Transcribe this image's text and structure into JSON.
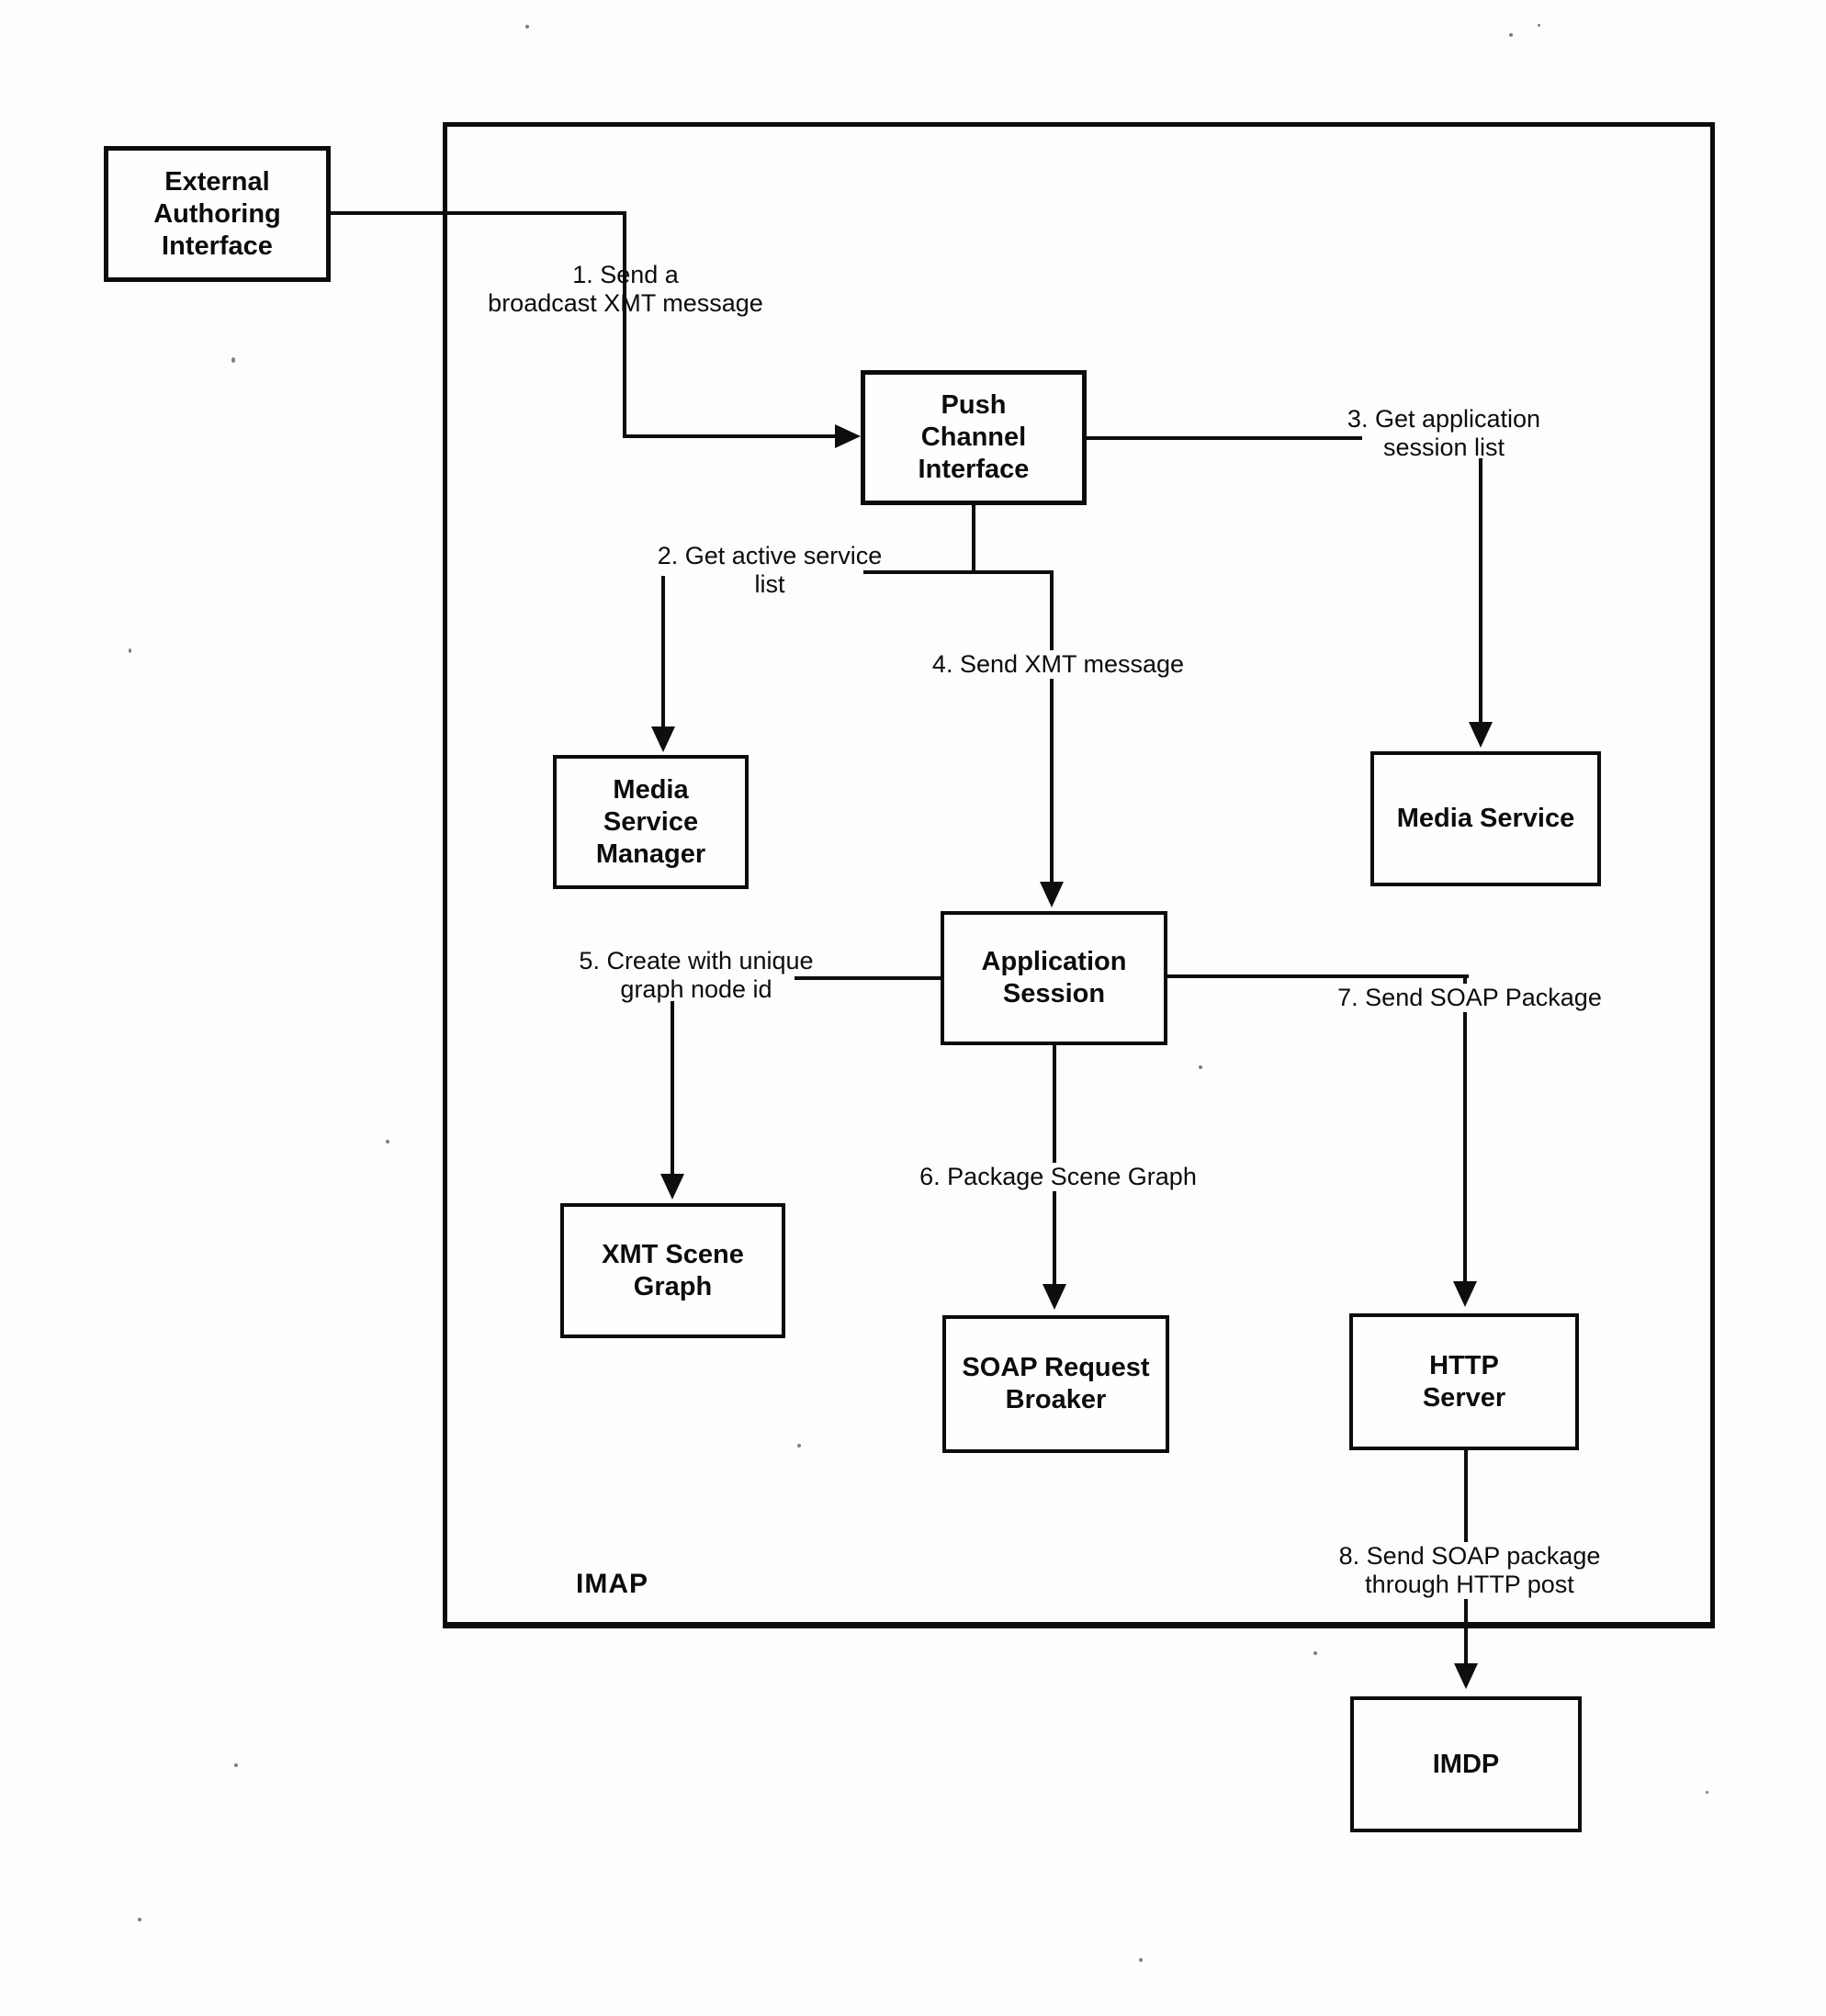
{
  "figure": {
    "type": "architecture-flow-diagram",
    "background_color": "#fdfdfc",
    "line_color": "#0e0e0e"
  },
  "nodes": {
    "external_authoring_interface": {
      "label": "External\nAuthoring\nInterface"
    },
    "imap_container": {
      "label": "IMAP"
    },
    "push_channel_interface": {
      "label": "Push\nChannel\nInterface"
    },
    "media_service_manager": {
      "label": "Media\nService Manager"
    },
    "media_service": {
      "label": "Media Service"
    },
    "application_session": {
      "label": "Application\nSession"
    },
    "xmt_scene_graph": {
      "label": "XMT Scene\nGraph"
    },
    "soap_request_broaker": {
      "label": "SOAP Request\nBroaker"
    },
    "http_server": {
      "label": "HTTP\nServer"
    },
    "imdp": {
      "label": "IMDP"
    }
  },
  "edges": {
    "e1": {
      "label": "1. Send a\nbroadcast XMT message",
      "from": "external_authoring_interface",
      "to": "push_channel_interface"
    },
    "e2": {
      "label": "2. Get active service\nlist",
      "from": "push_channel_interface",
      "to": "media_service_manager"
    },
    "e3": {
      "label": "3. Get application\nsession list",
      "from": "push_channel_interface",
      "to": "media_service"
    },
    "e4": {
      "label": "4. Send XMT message",
      "from": "push_channel_interface",
      "to": "application_session"
    },
    "e5": {
      "label": "5. Create with unique\ngraph node id",
      "from": "application_session",
      "to": "xmt_scene_graph"
    },
    "e6": {
      "label": "6. Package Scene Graph",
      "from": "application_session",
      "to": "soap_request_broaker"
    },
    "e7": {
      "label": "7. Send SOAP Package",
      "from": "application_session",
      "to": "http_server"
    },
    "e8": {
      "label": "8. Send SOAP package\nthrough HTTP post",
      "from": "http_server",
      "to": "imdp"
    }
  }
}
